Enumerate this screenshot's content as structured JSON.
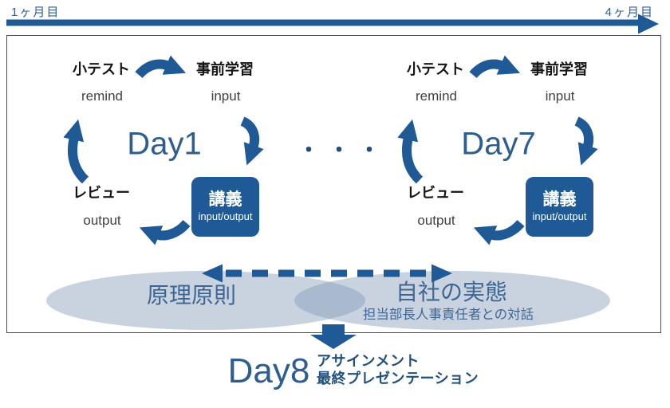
{
  "timeline": {
    "start": "1ヶ月目",
    "end": "4ヶ月目"
  },
  "cycles": [
    {
      "day": "Day1",
      "quiz": "小テスト",
      "quiz_sub": "remind",
      "prestudy": "事前学習",
      "prestudy_sub": "input",
      "lecture": "講義",
      "lecture_sub": "input/output",
      "review": "レビュー",
      "review_sub": "output"
    },
    {
      "day": "Day7",
      "quiz": "小テスト",
      "quiz_sub": "remind",
      "prestudy": "事前学習",
      "prestudy_sub": "input",
      "lecture": "講義",
      "lecture_sub": "input/output",
      "review": "レビュー",
      "review_sub": "output"
    }
  ],
  "ellipsis": "・・・",
  "themes": {
    "principles": "原理原則",
    "company": "自社の実態",
    "company_sub": "担当部長人事責任者との対話"
  },
  "finale": {
    "day": "Day8",
    "assignment": "アサインメント",
    "presentation": "最終プレゼンテーション"
  },
  "colors": {
    "arrow_blue": "#1f5a96",
    "day_text_blue": "#2d5e8f",
    "theme_text_blue": "#3e6693",
    "ellipse_single": "#c9d3df",
    "ellipse_overlap": "#a9bacd",
    "step_label_black": "#151515",
    "sub_label_gray": "#404040",
    "frame_border": "#4d4d4d"
  }
}
